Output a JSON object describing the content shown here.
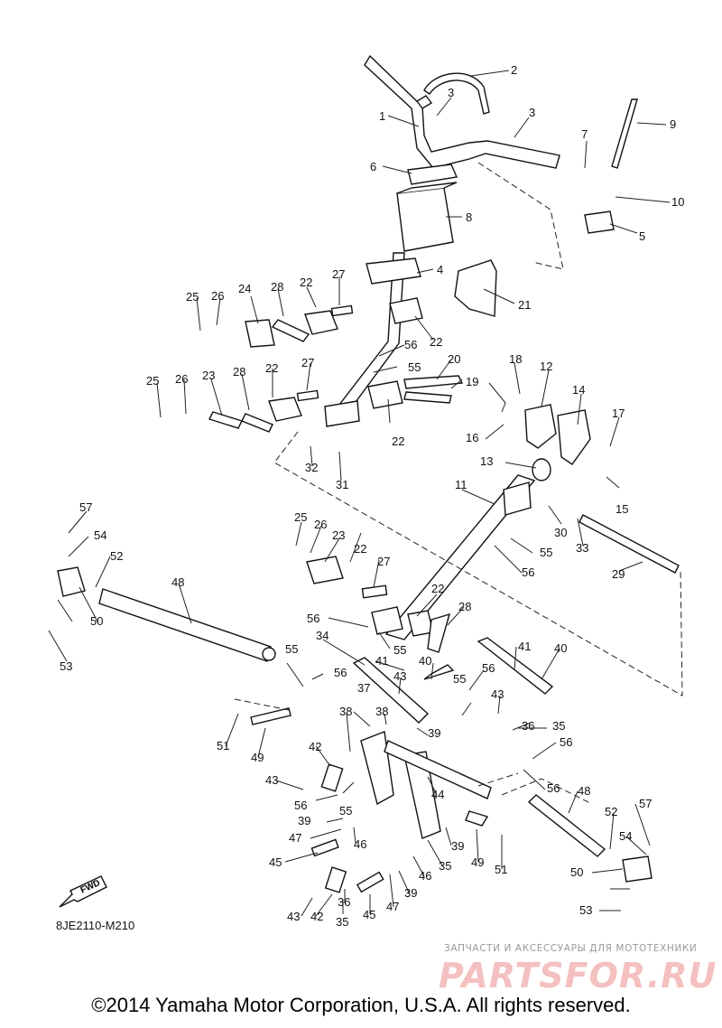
{
  "diagram": {
    "reference_code": "8JE2110-M210",
    "fwd_label": "FWD",
    "copyright": "©2014 Yamaha Motor Corporation, U.S.A. All rights reserved.",
    "watermark_tagline": "ЗАПЧАСТИ И АКСЕССУАРЫ ДЛЯ МОТОТЕХНИКИ",
    "watermark_logo": "PARTSFOR.RU"
  },
  "callouts": [
    {
      "n": "1"
    },
    {
      "n": "2"
    },
    {
      "n": "3"
    },
    {
      "n": "3"
    },
    {
      "n": "4"
    },
    {
      "n": "5"
    },
    {
      "n": "6"
    },
    {
      "n": "7"
    },
    {
      "n": "8"
    },
    {
      "n": "9"
    },
    {
      "n": "10"
    },
    {
      "n": "11"
    },
    {
      "n": "12"
    },
    {
      "n": "13"
    },
    {
      "n": "14"
    },
    {
      "n": "15"
    },
    {
      "n": "16"
    },
    {
      "n": "17"
    },
    {
      "n": "18"
    },
    {
      "n": "19"
    },
    {
      "n": "20"
    },
    {
      "n": "21"
    },
    {
      "n": "22"
    },
    {
      "n": "22"
    },
    {
      "n": "22"
    },
    {
      "n": "22"
    },
    {
      "n": "22"
    },
    {
      "n": "22"
    },
    {
      "n": "23"
    },
    {
      "n": "23"
    },
    {
      "n": "24"
    },
    {
      "n": "25"
    },
    {
      "n": "25"
    },
    {
      "n": "25"
    },
    {
      "n": "26"
    },
    {
      "n": "26"
    },
    {
      "n": "26"
    },
    {
      "n": "27"
    },
    {
      "n": "27"
    },
    {
      "n": "27"
    },
    {
      "n": "28"
    },
    {
      "n": "28"
    },
    {
      "n": "28"
    },
    {
      "n": "29"
    },
    {
      "n": "30"
    },
    {
      "n": "31"
    },
    {
      "n": "32"
    },
    {
      "n": "33"
    },
    {
      "n": "34"
    },
    {
      "n": "35"
    },
    {
      "n": "35"
    },
    {
      "n": "35"
    },
    {
      "n": "36"
    },
    {
      "n": "36"
    },
    {
      "n": "37"
    },
    {
      "n": "38"
    },
    {
      "n": "38"
    },
    {
      "n": "39"
    },
    {
      "n": "39"
    },
    {
      "n": "39"
    },
    {
      "n": "39"
    },
    {
      "n": "40"
    },
    {
      "n": "40"
    },
    {
      "n": "41"
    },
    {
      "n": "41"
    },
    {
      "n": "42"
    },
    {
      "n": "42"
    },
    {
      "n": "43"
    },
    {
      "n": "43"
    },
    {
      "n": "43"
    },
    {
      "n": "43"
    },
    {
      "n": "44"
    },
    {
      "n": "45"
    },
    {
      "n": "45"
    },
    {
      "n": "46"
    },
    {
      "n": "46"
    },
    {
      "n": "47"
    },
    {
      "n": "47"
    },
    {
      "n": "48"
    },
    {
      "n": "48"
    },
    {
      "n": "49"
    },
    {
      "n": "49"
    },
    {
      "n": "50"
    },
    {
      "n": "50"
    },
    {
      "n": "51"
    },
    {
      "n": "51"
    },
    {
      "n": "52"
    },
    {
      "n": "52"
    },
    {
      "n": "53"
    },
    {
      "n": "53"
    },
    {
      "n": "54"
    },
    {
      "n": "54"
    },
    {
      "n": "55"
    },
    {
      "n": "55"
    },
    {
      "n": "55"
    },
    {
      "n": "55"
    },
    {
      "n": "55"
    },
    {
      "n": "55"
    },
    {
      "n": "56"
    },
    {
      "n": "56"
    },
    {
      "n": "56"
    },
    {
      "n": "56"
    },
    {
      "n": "56"
    },
    {
      "n": "56"
    },
    {
      "n": "56"
    },
    {
      "n": "56"
    },
    {
      "n": "57"
    },
    {
      "n": "57"
    }
  ]
}
